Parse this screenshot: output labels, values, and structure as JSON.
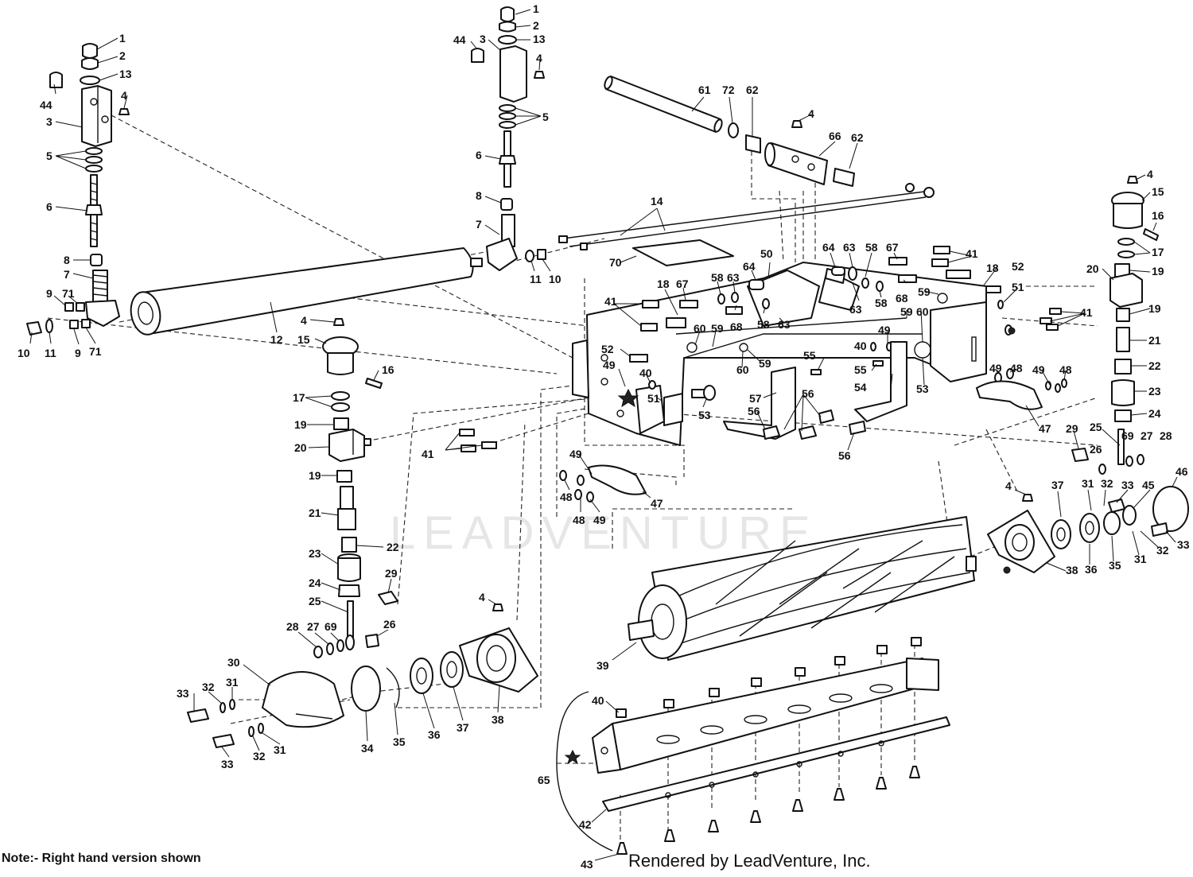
{
  "note": "Note:- Right hand version shown",
  "credit": "Rendered by LeadVenture, Inc.",
  "watermark": "LEADVENTURE",
  "colors": {
    "line": "#111111",
    "watermark": "#e6e6e6",
    "background": "#ffffff"
  },
  "callouts": {
    "n1": "1",
    "n2": "2",
    "n3": "3",
    "n4": "4",
    "n5": "5",
    "n6": "6",
    "n7": "7",
    "n8": "8",
    "n9": "9",
    "n10": "10",
    "n11": "11",
    "n12": "12",
    "n13": "13",
    "n14": "14",
    "n15": "15",
    "n16": "16",
    "n17": "17",
    "n18": "18",
    "n19": "19",
    "n20": "20",
    "n21": "21",
    "n22": "22",
    "n23": "23",
    "n24": "24",
    "n25": "25",
    "n26": "26",
    "n27": "27",
    "n28": "28",
    "n29": "29",
    "n30": "30",
    "n31": "31",
    "n32": "32",
    "n33": "33",
    "n34": "34",
    "n35": "35",
    "n36": "36",
    "n37": "37",
    "n38": "38",
    "n39": "39",
    "n40": "40",
    "n41": "41",
    "n42": "42",
    "n43": "43",
    "n44": "44",
    "n45": "45",
    "n46": "46",
    "n47": "47",
    "n48": "48",
    "n49": "49",
    "n50": "50",
    "n51": "51",
    "n52": "52",
    "n53": "53",
    "n54": "54",
    "n55": "55",
    "n56": "56",
    "n57": "57",
    "n58": "58",
    "n59": "59",
    "n60": "60",
    "n61": "61",
    "n62": "62",
    "n63": "63",
    "n64": "64",
    "n65": "65",
    "n66": "66",
    "n67": "67",
    "n68": "68",
    "n69": "69",
    "n70": "70",
    "n71": "71",
    "n72": "72"
  }
}
